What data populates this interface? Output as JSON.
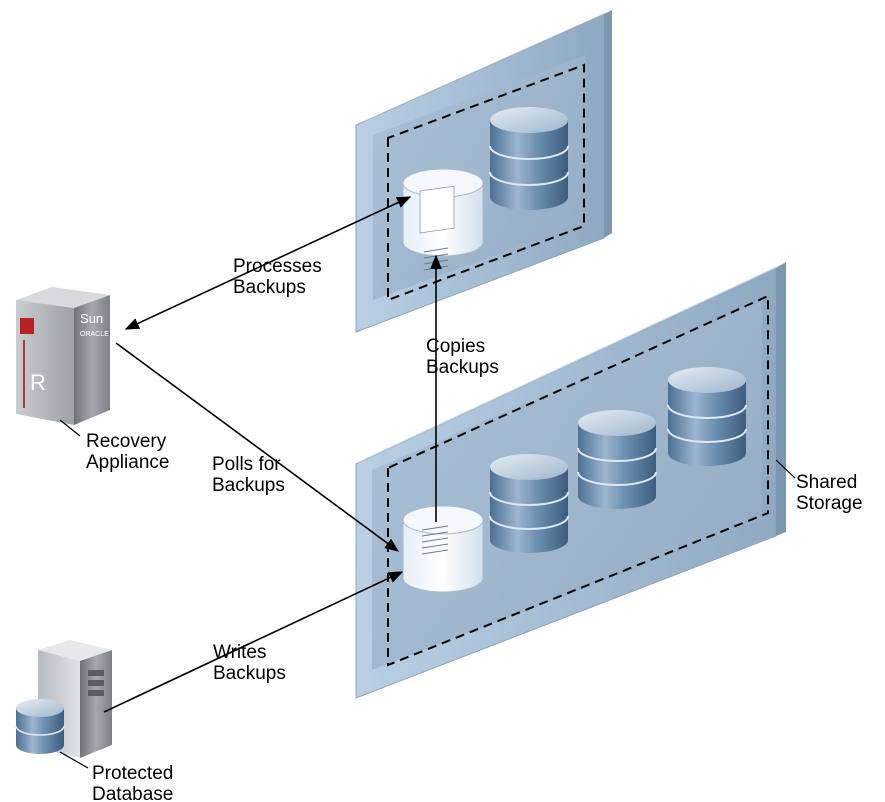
{
  "labels": {
    "processes": [
      "Processes",
      "Backups"
    ],
    "copies": [
      "Copies",
      "Backups"
    ],
    "recovery": [
      "Recovery",
      "Appliance"
    ],
    "polls": [
      "Polls for",
      "Backups"
    ],
    "shared": [
      "Shared",
      "Storage"
    ],
    "writes": [
      "Writes",
      "Backups"
    ],
    "protected": [
      "Protected",
      "Database"
    ]
  },
  "logo": [
    "Sun",
    "ORACLE",
    "R"
  ]
}
